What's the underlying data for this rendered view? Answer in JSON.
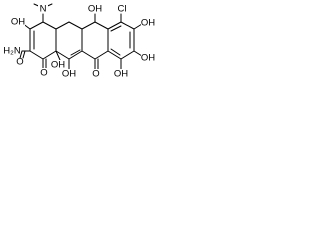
{
  "structure": {
    "labels": {
      "nme2_n": "N",
      "nme2_methyl_left": "",
      "nme2_methyl_right": "",
      "oh_c3": "OH",
      "amide_nh2": "H₂N",
      "amide_o": "O",
      "oh_c12a": "OH",
      "oh_c12": "OH",
      "o_c1": "O",
      "oh_c6": "OH",
      "cl": "Cl",
      "o_c11": "O",
      "oh_c10": "OH",
      "oh_c9": "OH",
      "oh_c8": "OH"
    }
  }
}
